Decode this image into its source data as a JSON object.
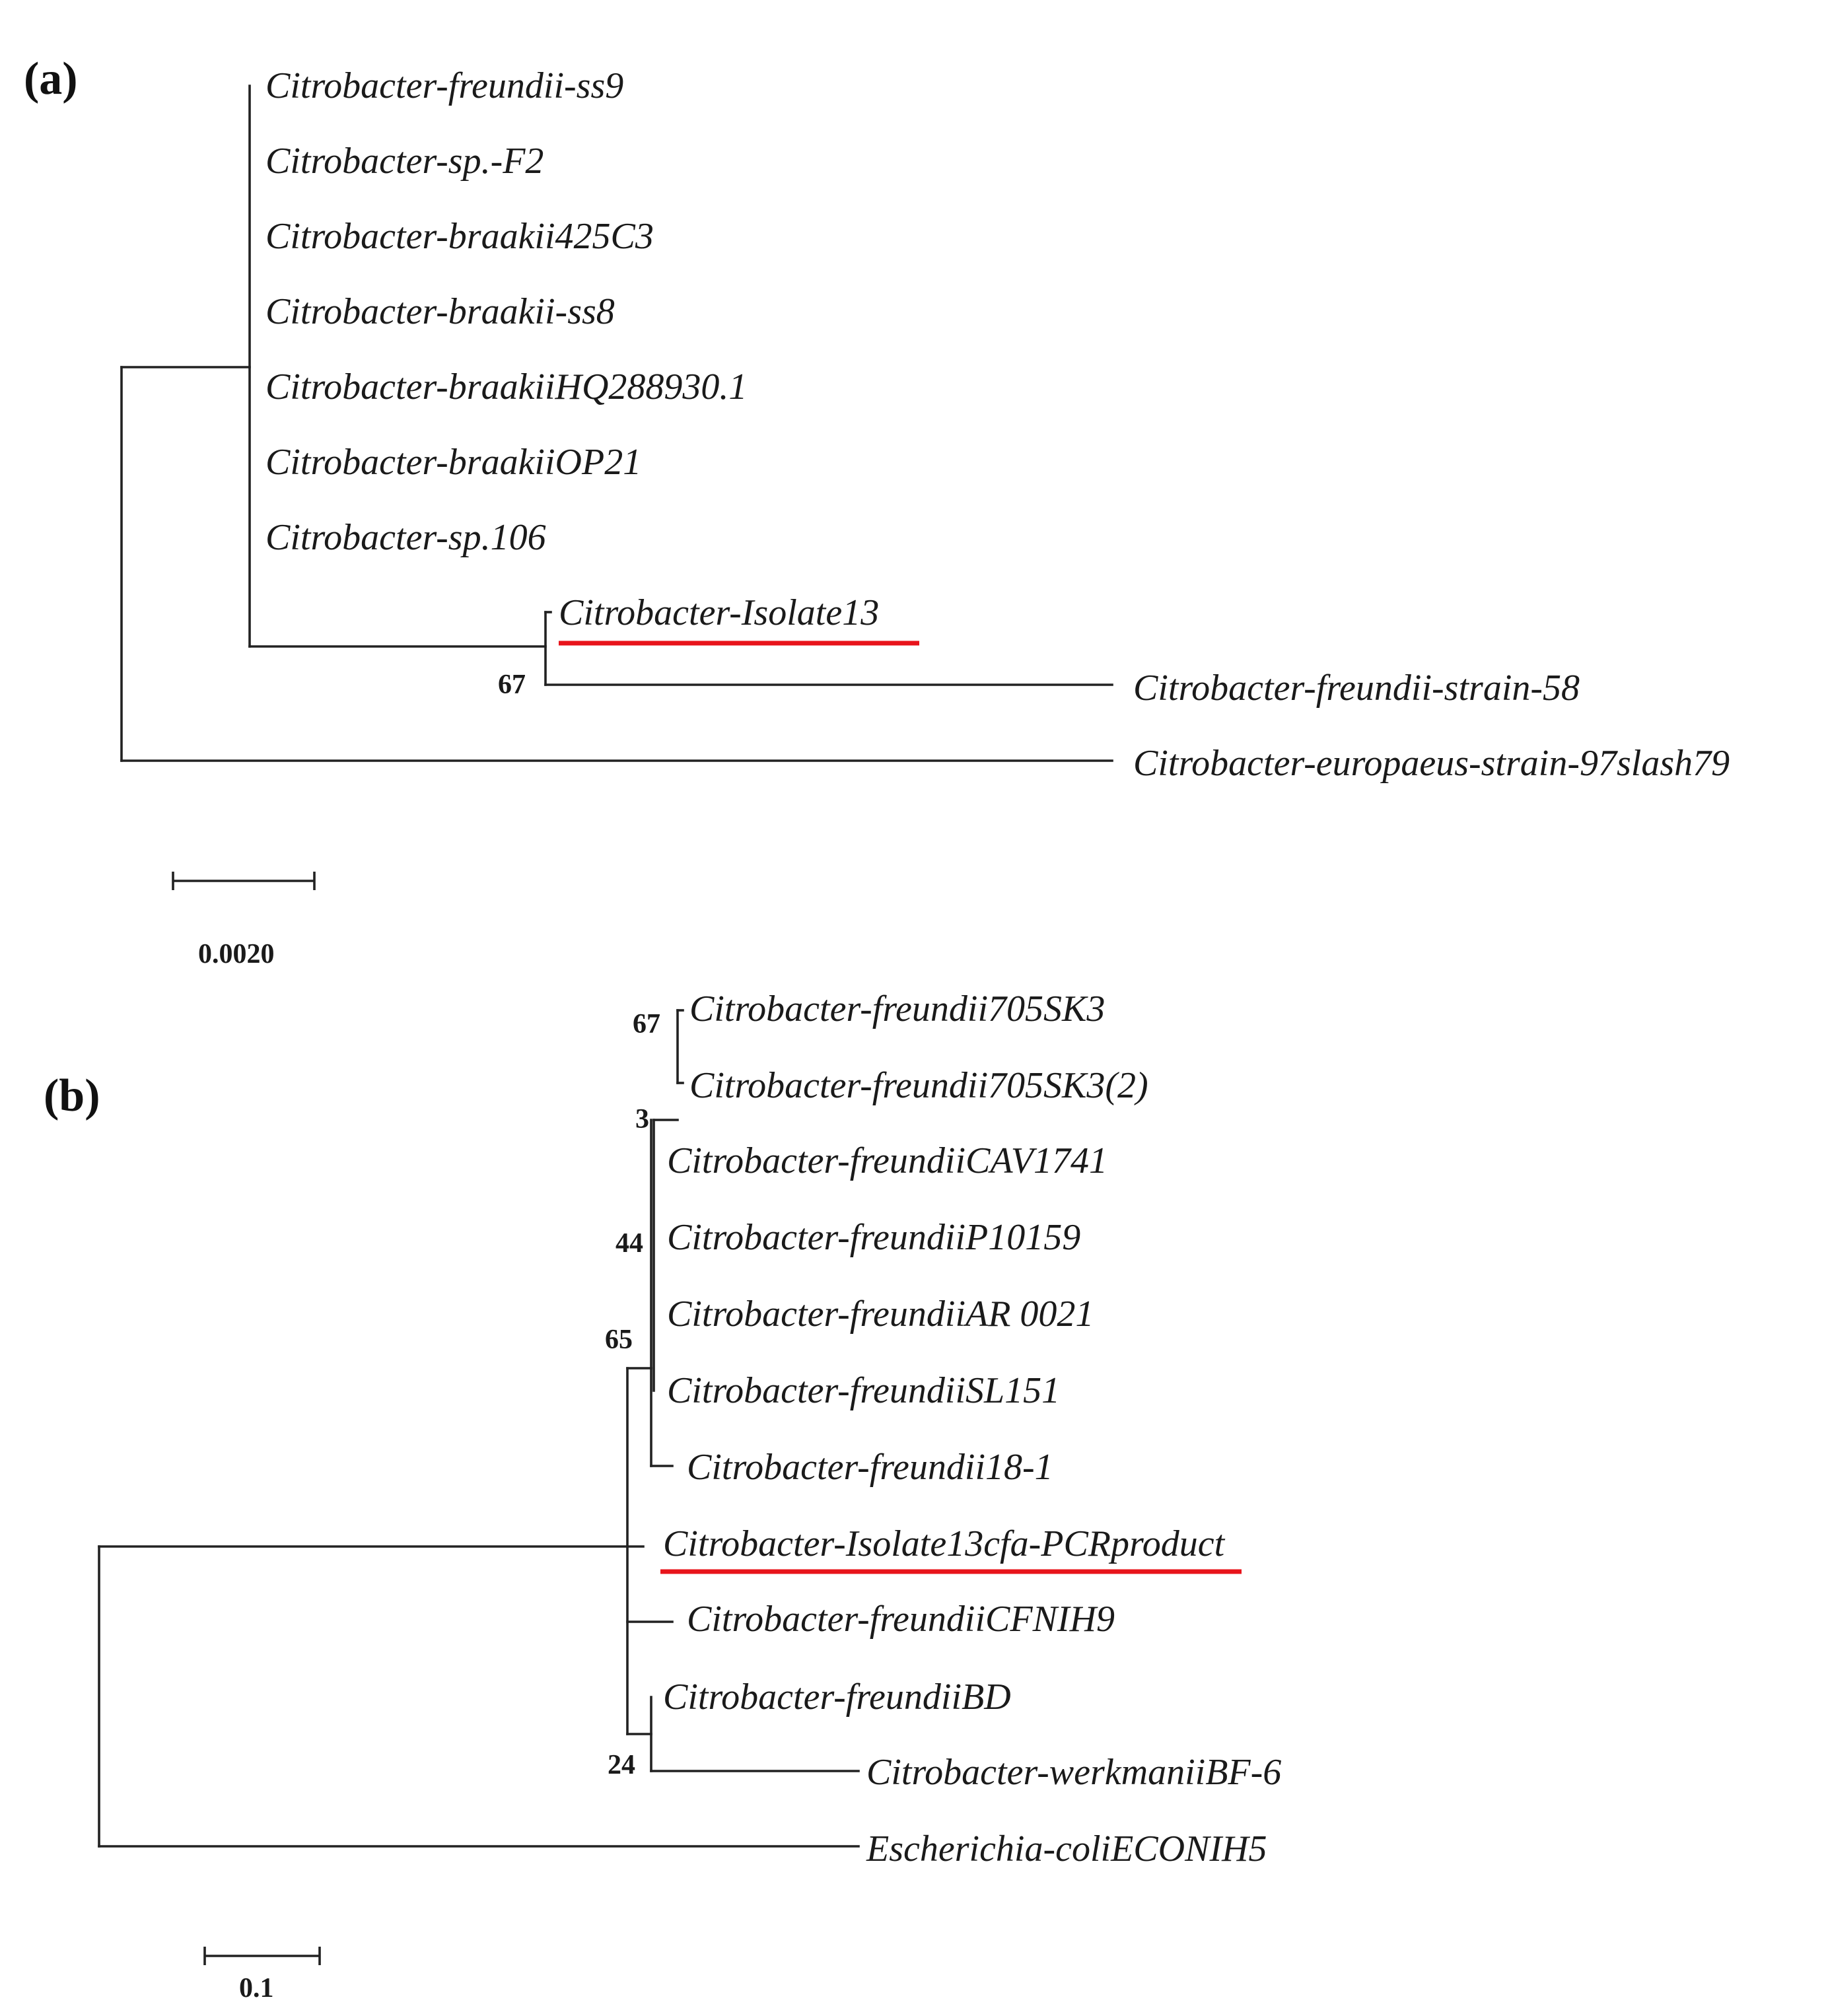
{
  "panels": [
    {
      "id": "a",
      "label": "(a)",
      "scale_label": "0.0020",
      "leaves": [
        "Citrobacter-freundii-ss9",
        "Citrobacter-sp.-F2",
        "Citrobacter-braakii425C3",
        "Citrobacter-braakii-ss8",
        "Citrobacter-braakiiHQ288930.1",
        "Citrobacter-braakiiOP21",
        "Citrobacter-sp.106",
        "Citrobacter-Isolate13",
        "Citrobacter-freundii-strain-58",
        "Citrobacter-europaeus-strain-97slash79"
      ],
      "bootstrap": [
        "67"
      ],
      "highlighted_leaf": "Citrobacter-Isolate13"
    },
    {
      "id": "b",
      "label": "(b)",
      "scale_label": "0.1",
      "leaves": [
        "Citrobacter-freundii705SK3",
        "Citrobacter-freundii705SK3(2)",
        "Citrobacter-freundiiCAV1741",
        "Citrobacter-freundiiP10159",
        "Citrobacter-freundiiAR 0021",
        "Citrobacter-freundiiSL151",
        "Citrobacter-freundii18-1",
        "Citrobacter-Isolate13cfa-PCRproduct",
        "Citrobacter-freundiiCFNIH9",
        "Citrobacter-freundiiBD",
        "Citrobacter-werkmaniiBF-6",
        "Escherichia-coliECONIH5"
      ],
      "bootstrap": [
        "67",
        "3",
        "44",
        "65",
        "24"
      ],
      "highlighted_leaf": "Citrobacter-Isolate13cfa-PCRproduct"
    }
  ],
  "colors": {
    "branch": "#222222",
    "highlight": "#e8141b",
    "text": "#1a1a1a"
  }
}
